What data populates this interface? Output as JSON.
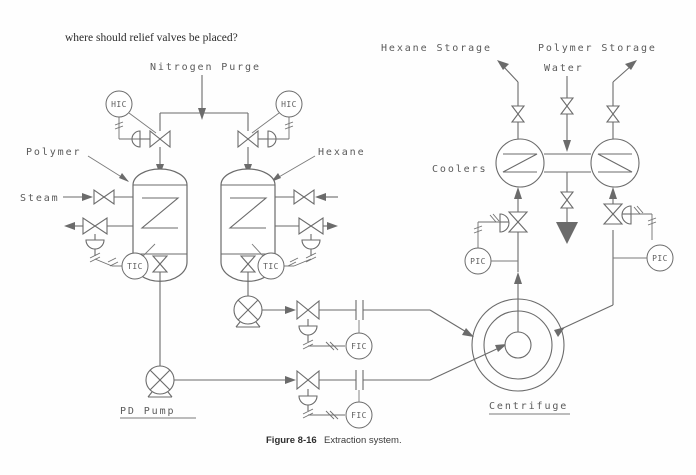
{
  "figure": {
    "question_note": "where should relief valves be placed?",
    "caption_number": "Figure 8-16",
    "caption_text": "Extraction system.",
    "line_color": "#6b6b6b",
    "text_color": "#5a5a5a",
    "background": "#fefefe"
  },
  "labels": {
    "nitrogen_purge": "Nitrogen Purge",
    "polymer": "Polymer",
    "hexane": "Hexane",
    "steam": "Steam",
    "pd_pump": "PD Pump",
    "centrifuge": "Centrifuge",
    "coolers": "Coolers",
    "water": "Water",
    "hexane_storage": "Hexane Storage",
    "polymer_storage": "Polymer Storage"
  },
  "instruments": [
    {
      "tag": "HIC",
      "name": "hic-left",
      "role": "hand-indicating-controller",
      "vessel": "polymer"
    },
    {
      "tag": "HIC",
      "name": "hic-right",
      "role": "hand-indicating-controller",
      "vessel": "hexane"
    },
    {
      "tag": "TIC",
      "name": "tic-left",
      "role": "temperature-indicating-controller",
      "vessel": "polymer"
    },
    {
      "tag": "TIC",
      "name": "tic-right",
      "role": "temperature-indicating-controller",
      "vessel": "hexane"
    },
    {
      "tag": "FIC",
      "name": "fic-upper",
      "role": "flow-indicating-controller",
      "stream": "hexane-feed"
    },
    {
      "tag": "FIC",
      "name": "fic-lower",
      "role": "flow-indicating-controller",
      "stream": "polymer-feed"
    },
    {
      "tag": "PIC",
      "name": "pic-left",
      "role": "pressure-indicating-controller",
      "stream": "hexane-storage"
    },
    {
      "tag": "PIC",
      "name": "pic-right",
      "role": "pressure-indicating-controller",
      "stream": "polymer-storage"
    }
  ],
  "equipment": [
    {
      "name": "vessel-polymer",
      "type": "jacketed-vessel",
      "label": "Polymer"
    },
    {
      "name": "vessel-hexane",
      "type": "jacketed-vessel",
      "label": "Hexane"
    },
    {
      "name": "pump-upper",
      "type": "pd-pump"
    },
    {
      "name": "pump-lower",
      "type": "pd-pump",
      "label": "PD Pump"
    },
    {
      "name": "centrifuge",
      "type": "centrifuge",
      "label": "Centrifuge"
    },
    {
      "name": "cooler-left",
      "type": "cooler",
      "label": "Coolers"
    },
    {
      "name": "cooler-right",
      "type": "cooler",
      "label": "Coolers"
    }
  ],
  "streams": [
    {
      "name": "nitrogen-purge",
      "label": "Nitrogen Purge",
      "direction": "in"
    },
    {
      "name": "steam-inlet",
      "label": "Steam",
      "direction": "in"
    },
    {
      "name": "water-inlet",
      "label": "Water",
      "direction": "in"
    },
    {
      "name": "hexane-storage",
      "label": "Hexane Storage",
      "direction": "out"
    },
    {
      "name": "polymer-storage",
      "label": "Polymer Storage",
      "direction": "out"
    }
  ]
}
